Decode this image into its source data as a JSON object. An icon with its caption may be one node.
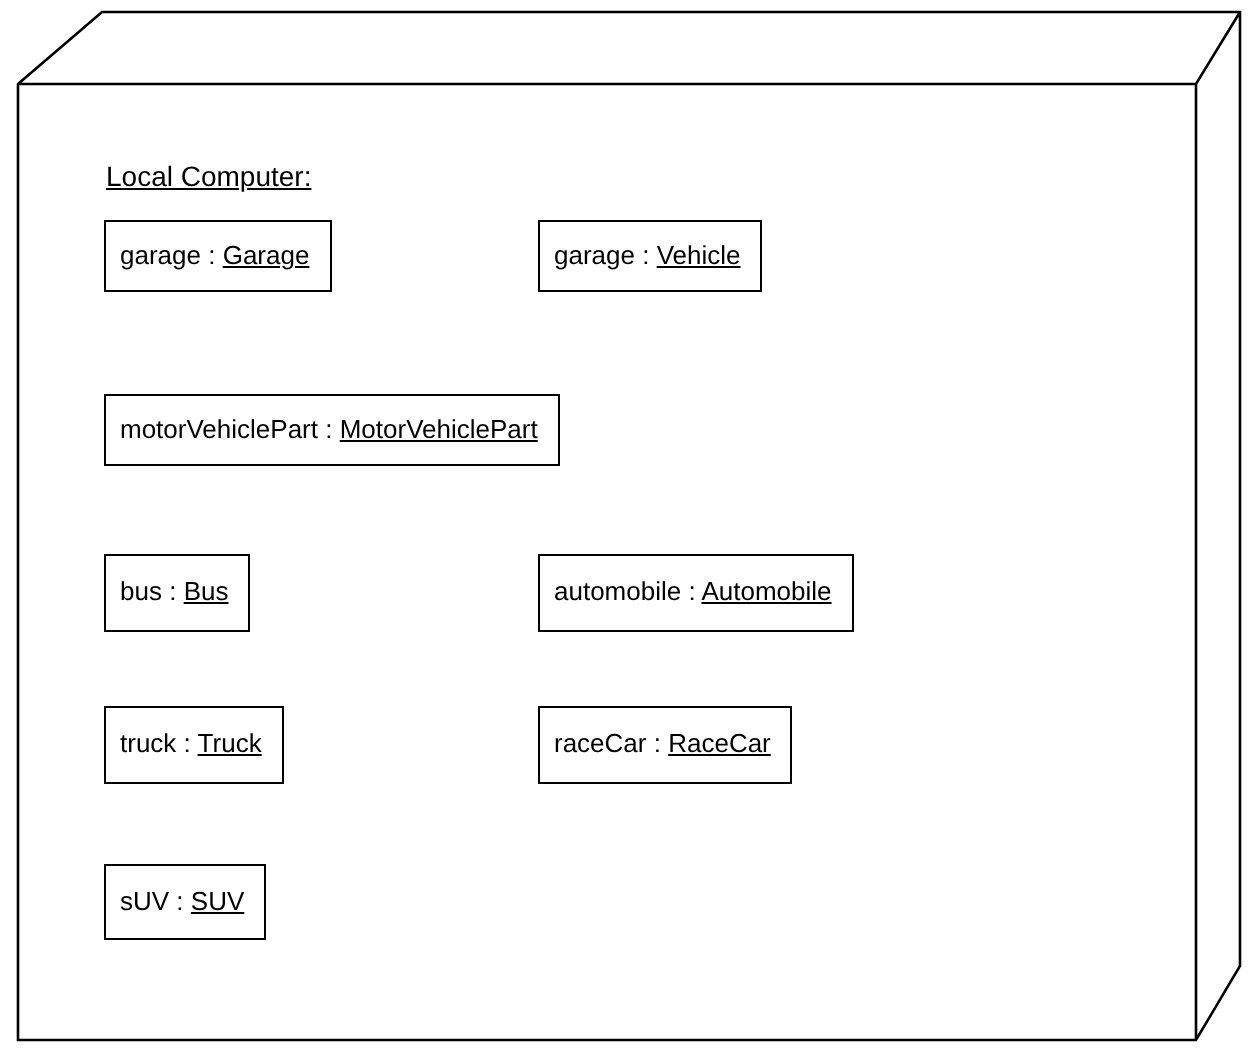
{
  "diagram": {
    "nodes": [
      {
        "text": [
          "Local Computer:"
        ]
      },
      {
        "text": [
          "garage : Garage"
        ],
        "in": 0
      },
      {
        "text": [
          "garage : Vehicle"
        ],
        "in": 0
      },
      {
        "text": [
          "motorVehiclePart : MotorVehiclePart"
        ],
        "in": 0
      },
      {
        "text": [
          "bus : Bus"
        ],
        "in": 0
      },
      {
        "text": [
          "automobile : Automobile"
        ],
        "in": 0
      },
      {
        "text": [
          "truck : Truck"
        ],
        "in": 0
      },
      {
        "text": [
          "raceCar : RaceCar"
        ],
        "in": 0
      },
      {
        "text": [
          "sUV : SUV"
        ],
        "in": 0
      }
    ],
    "edges": []
  }
}
